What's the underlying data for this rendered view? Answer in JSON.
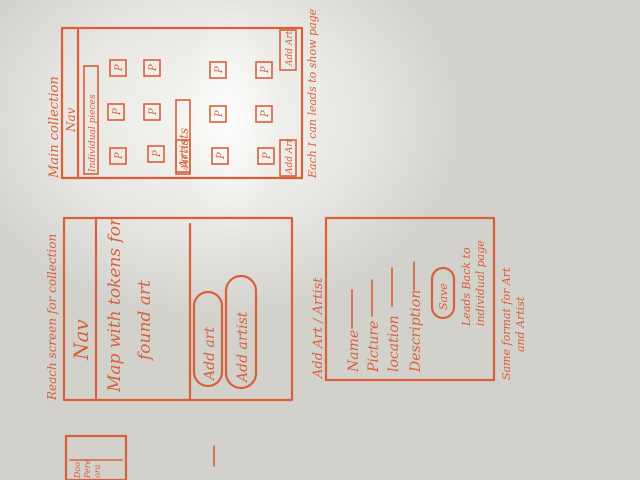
{
  "main_collection": {
    "title": "Main collection",
    "nav": "Nav",
    "tab_pieces": "Individual pieces",
    "tab_artists": "Artists",
    "add_art_top": "Add Art",
    "add_art_bottom": "Add Art",
    "add_art_side": "Add Art",
    "thumb": "P",
    "note": "Each I can leads to show page"
  },
  "reach_screen": {
    "title": "Reach screen for collection",
    "nav": "Nav",
    "map_text_1": "Map with tokens for",
    "map_text_2": "found art",
    "add_art_button": "Add art",
    "add_artist_button": "Add artist"
  },
  "add_form": {
    "title": "Add Art / Artist",
    "name": "Name",
    "picture": "Picture",
    "location": "location",
    "description": "Description",
    "save_button": "Save",
    "save_note_1": "Leads Back to",
    "save_note_2": "individual page",
    "footer_1": "Same format for Art",
    "footer_2": "and Artist"
  },
  "left_fragment": {
    "line1": "Doo",
    "line2": "Pere",
    "line3": "ora"
  }
}
